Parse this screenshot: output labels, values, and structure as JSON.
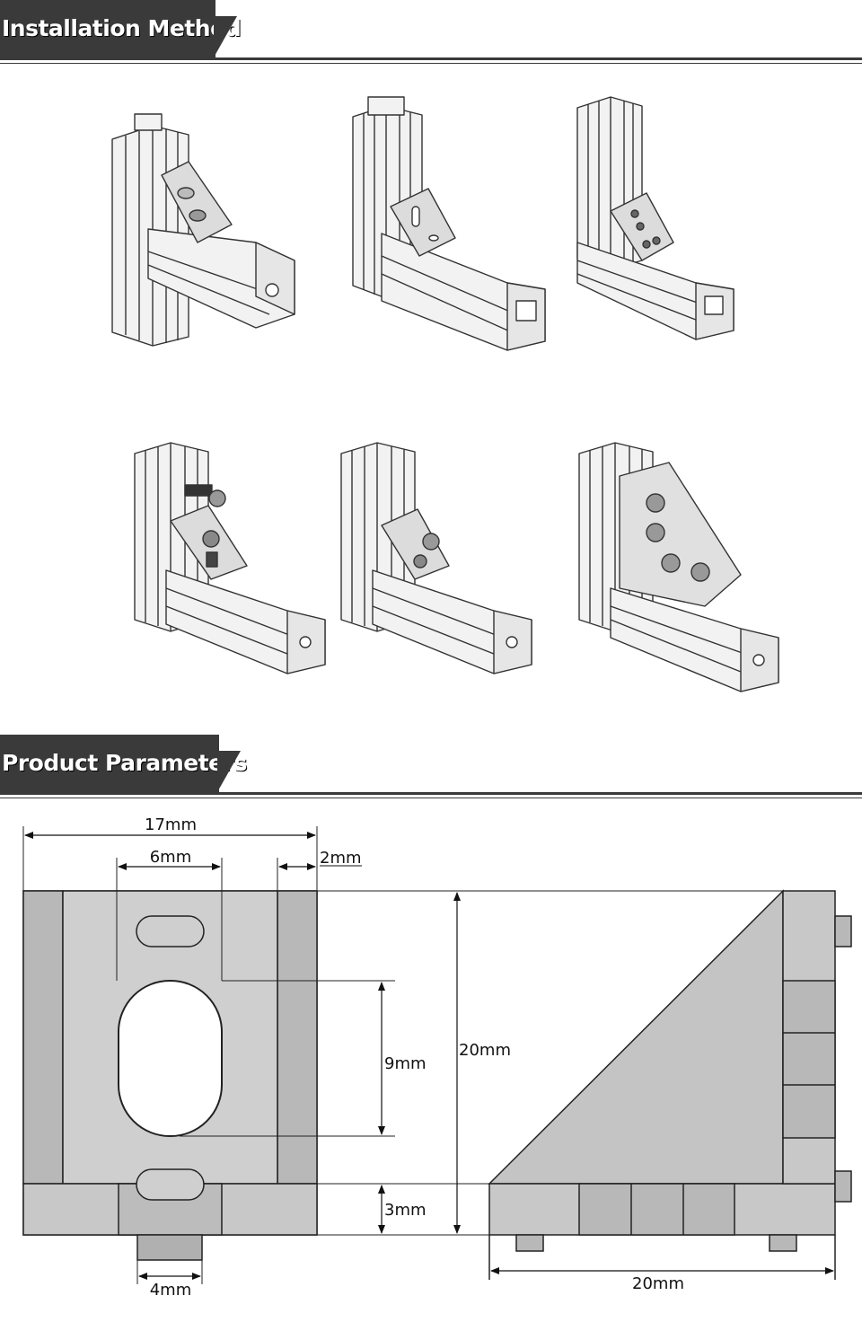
{
  "sections": {
    "installation": {
      "title": "Installation Method"
    },
    "parameters": {
      "title": "Product Parameters"
    }
  },
  "installation_images": [
    {
      "name": "install-view-1"
    },
    {
      "name": "install-view-2"
    },
    {
      "name": "install-view-3"
    },
    {
      "name": "install-view-4"
    },
    {
      "name": "install-view-5"
    },
    {
      "name": "install-view-6"
    }
  ],
  "dimensions": {
    "width_total": "17mm",
    "hole_width": "6mm",
    "edge_margin": "2mm",
    "hole_height": "9mm",
    "total_height": "20mm",
    "base_thickness": "3mm",
    "tab_width": "4mm",
    "side_length": "20mm"
  },
  "colors": {
    "banner": "#3a3a3a",
    "part_fill": "#c8c8c8",
    "part_dark": "#b5b5b5"
  }
}
